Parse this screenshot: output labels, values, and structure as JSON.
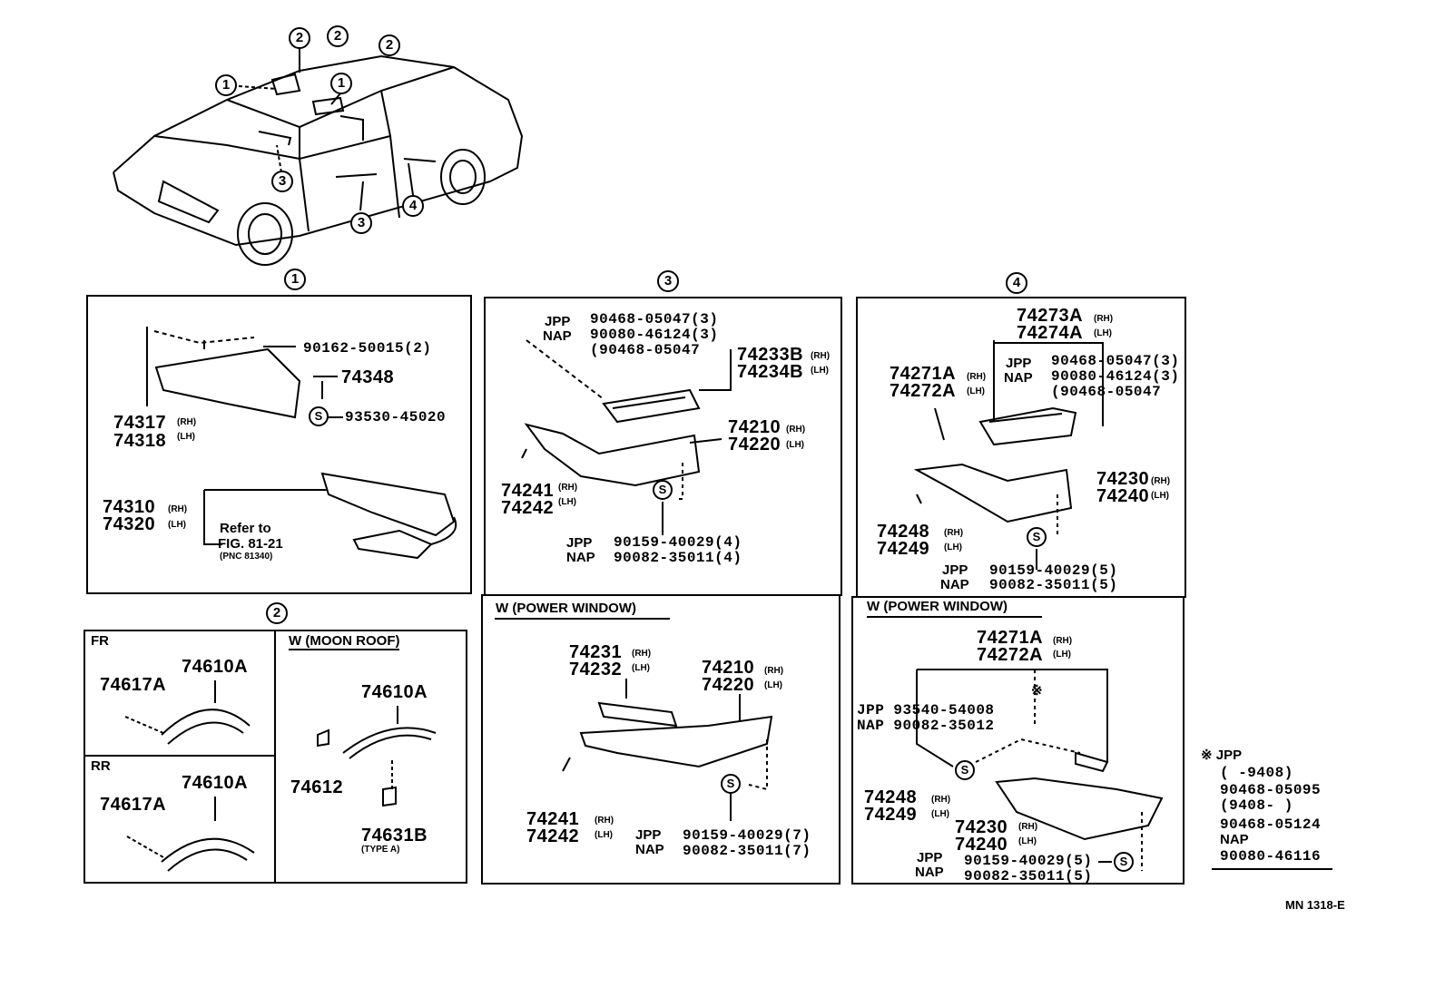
{
  "overview": {
    "callouts": [
      "2",
      "2",
      "2",
      "1",
      "1",
      "3",
      "3",
      "4"
    ]
  },
  "sections": {
    "s1": {
      "label": "1",
      "parts": {
        "screw": "90162-50015(2)",
        "clip": "74348",
        "s_part": "93530-45020",
        "visor_rh": "74317",
        "visor_lh": "74318",
        "assy_rh": "74310",
        "assy_lh": "74320",
        "refer": "Refer to",
        "fig": "FIG. 81-21",
        "pnc": "(PNC 81340)"
      }
    },
    "s2": {
      "label": "2",
      "fr": {
        "tag": "FR",
        "grip": "74610A",
        "clip": "74617A"
      },
      "rr": {
        "tag": "RR",
        "grip": "74610A",
        "clip": "74617A"
      },
      "moon": {
        "tag": "W (MOON ROOF)",
        "grip": "74610A",
        "cover": "74612",
        "hook": "74631B",
        "hook_type": "(TYPE A)"
      }
    },
    "s3": {
      "label": "3",
      "jpp": "JPP",
      "nap": "NAP",
      "p1": "90468-05047(3)",
      "p2": "90080-46124(3)",
      "p3": "(90468-05047",
      "base_rh": "74233B",
      "base_lh": "74234B",
      "arm_rh": "74210",
      "arm_lh": "74220",
      "cap_rh": "74241",
      "cap_lh": "74242",
      "screw_jpp": "90159-40029(4)",
      "screw_nap": "90082-35011(4)",
      "pw": {
        "tag": "W (POWER WINDOW)",
        "sw_rh": "74231",
        "sw_lh": "74232",
        "arm_rh": "74210",
        "arm_lh": "74220",
        "cap_rh": "74241",
        "cap_lh": "74242",
        "screw_jpp": "90159-40029(7)",
        "screw_nap": "90082-35011(7)"
      }
    },
    "s4": {
      "label": "4",
      "jpp": "JPP",
      "nap": "NAP",
      "base_rh": "74273A",
      "base_lh": "74274A",
      "p1": "90468-05047(3)",
      "p2": "90080-46124(3)",
      "p3": "(90468-05047",
      "cov_rh": "74271A",
      "cov_lh": "74272A",
      "arm_rh": "74230",
      "arm_lh": "74240",
      "cap_rh": "74248",
      "cap_lh": "74249",
      "screw_jpp": "90159-40029(5)",
      "screw_nap": "90082-35011(5)",
      "pw": {
        "tag": "W (POWER WINDOW)",
        "cov_rh": "74271A",
        "cov_lh": "74272A",
        "c1": "JPP 93540-54008",
        "c2": "NAP 90082-35012",
        "cap_rh": "74248",
        "cap_lh": "74249",
        "arm_rh": "74230",
        "arm_lh": "74240",
        "screw_jpp": "90159-40029(5)",
        "screw_nap": "90082-35011(5)"
      }
    },
    "legend": {
      "star": "※ JPP",
      "range1": "(        -9408)",
      "p1": "90468-05095",
      "range2": "(9408-        )",
      "p2": "90468-05124",
      "nap": "NAP",
      "p3": "90080-46116"
    },
    "rh": "(RH)",
    "lh": "(LH)",
    "s_symbol": "S",
    "asterisk": "※",
    "code": "MN 1318-E"
  }
}
